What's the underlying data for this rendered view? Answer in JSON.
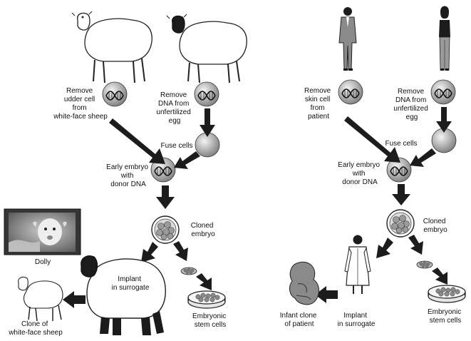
{
  "colors": {
    "arrow": "#1c1c1c",
    "cell_light": "#e8e8e8",
    "cell_dark": "#7c7c7c",
    "outline": "#222222",
    "sheep_body": "#ffffff",
    "photo_bg": "#3a3a3a"
  },
  "sheep_panel": {
    "remove_udder": [
      "Remove",
      "udder cell",
      "from",
      "white-face sheep"
    ],
    "remove_dna": [
      "Remove",
      "DNA from",
      "unfertilized",
      "egg"
    ],
    "fuse_cells": "Fuse cells",
    "early_embryo": [
      "Early embryo",
      "with",
      "donor DNA"
    ],
    "cloned_embryo": [
      "Cloned",
      "embryo"
    ],
    "dolly": "Dolly",
    "implant": [
      "Implant",
      "in surrogate"
    ],
    "embryonic_stem": [
      "Embryonic",
      "stem cells"
    ],
    "clone": [
      "Clone of",
      "white-face sheep"
    ]
  },
  "human_panel": {
    "remove_skin": [
      "Remove",
      "skin cell",
      "from",
      "patient"
    ],
    "remove_dna": [
      "Remove",
      "DNA from",
      "unfertilized",
      "egg"
    ],
    "fuse_cells": "Fuse cells",
    "early_embryo": [
      "Early embryo",
      "with",
      "donor DNA"
    ],
    "cloned_embryo": [
      "Cloned",
      "embryo"
    ],
    "implant": [
      "Implant",
      "in surrogate"
    ],
    "embryonic_stem": [
      "Embryonic",
      "stem cells"
    ],
    "infant_clone": [
      "Infant clone",
      "of patient"
    ]
  }
}
